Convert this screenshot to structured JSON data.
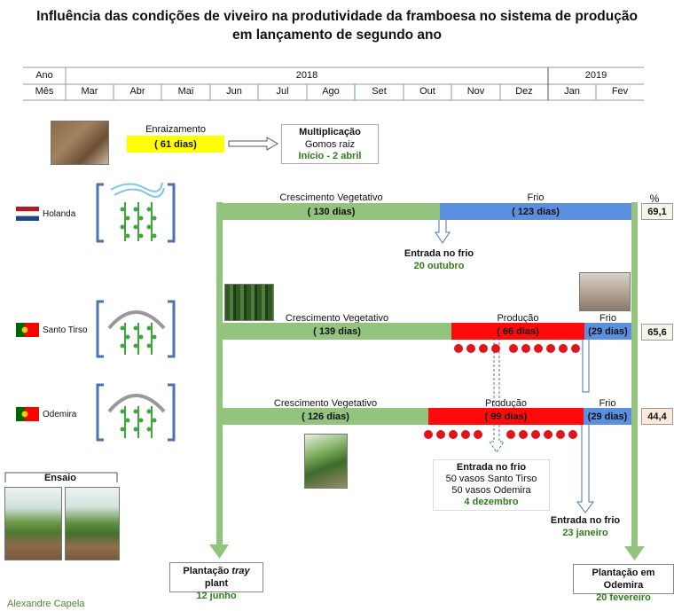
{
  "title_line1": "Influência das condições de viveiro na produtividade da framboesa no sistema de produção",
  "title_line2": "em lançamento de segundo ano",
  "timeline": {
    "year_label": "Ano",
    "month_label": "Mês",
    "year_2018": "2018",
    "year_2019": "2019",
    "months": [
      "Mar",
      "Abr",
      "Mai",
      "Jun",
      "Jul",
      "Ago",
      "Set",
      "Out",
      "Nov",
      "Dez",
      "Jan",
      "Fev"
    ]
  },
  "enraizamento": {
    "label": "Enraizamento",
    "days": "( 61 dias)"
  },
  "multiplicacao": {
    "title": "Multiplicação",
    "sub": "Gomos raiz",
    "start": "Início - 2 abril"
  },
  "percent_header": "%",
  "holanda": {
    "country": "Holanda",
    "growth_label": "Crescimento Vegetativo",
    "growth_days": "( 130 dias)",
    "cold_label": "Frio",
    "cold_days": "( 123 dias)",
    "percent": "69,1",
    "cold_entry": "Entrada no frio",
    "cold_entry_date": "20 outubro"
  },
  "santo_tirso": {
    "country": "Santo Tirso",
    "growth_label": "Crescimento Vegetativo",
    "growth_days": "( 139 dias)",
    "prod_label": "Produção",
    "prod_days": "( 66 dias)",
    "cold_label": "Frio",
    "cold_days": "(29 dias)",
    "percent": "65,6"
  },
  "odemira": {
    "country": "Odemira",
    "growth_label": "Crescimento Vegetativo",
    "growth_days": "( 126 dias)",
    "prod_label": "Produção",
    "prod_days": "( 99 dias)",
    "cold_label": "Frio",
    "cold_days": "(29 dias)",
    "percent": "44,4"
  },
  "entrada_dez": {
    "title": "Entrada no frio",
    "line1": "50 vasos Santo Tirso",
    "line2": "50 vasos Odemira",
    "date": "4 dezembro"
  },
  "entrada_jan": {
    "title": "Entrada no frio",
    "date": "23 janeiro"
  },
  "plantacao_tray": {
    "title_prefix": "Plantação ",
    "title_italic": "tray",
    "title_suffix": " plant",
    "date": "12 junho"
  },
  "plantacao_odemira": {
    "title": "Plantação em Odemira",
    "date": "20 fevereiro"
  },
  "ensaio": "Ensaio",
  "author": "Alexandre Capela",
  "colors": {
    "green": "#92c47d",
    "blue": "#5b8fe0",
    "red": "#ff0a0a",
    "yellow": "#ffff00",
    "dark_green": "#2e7d1a"
  }
}
